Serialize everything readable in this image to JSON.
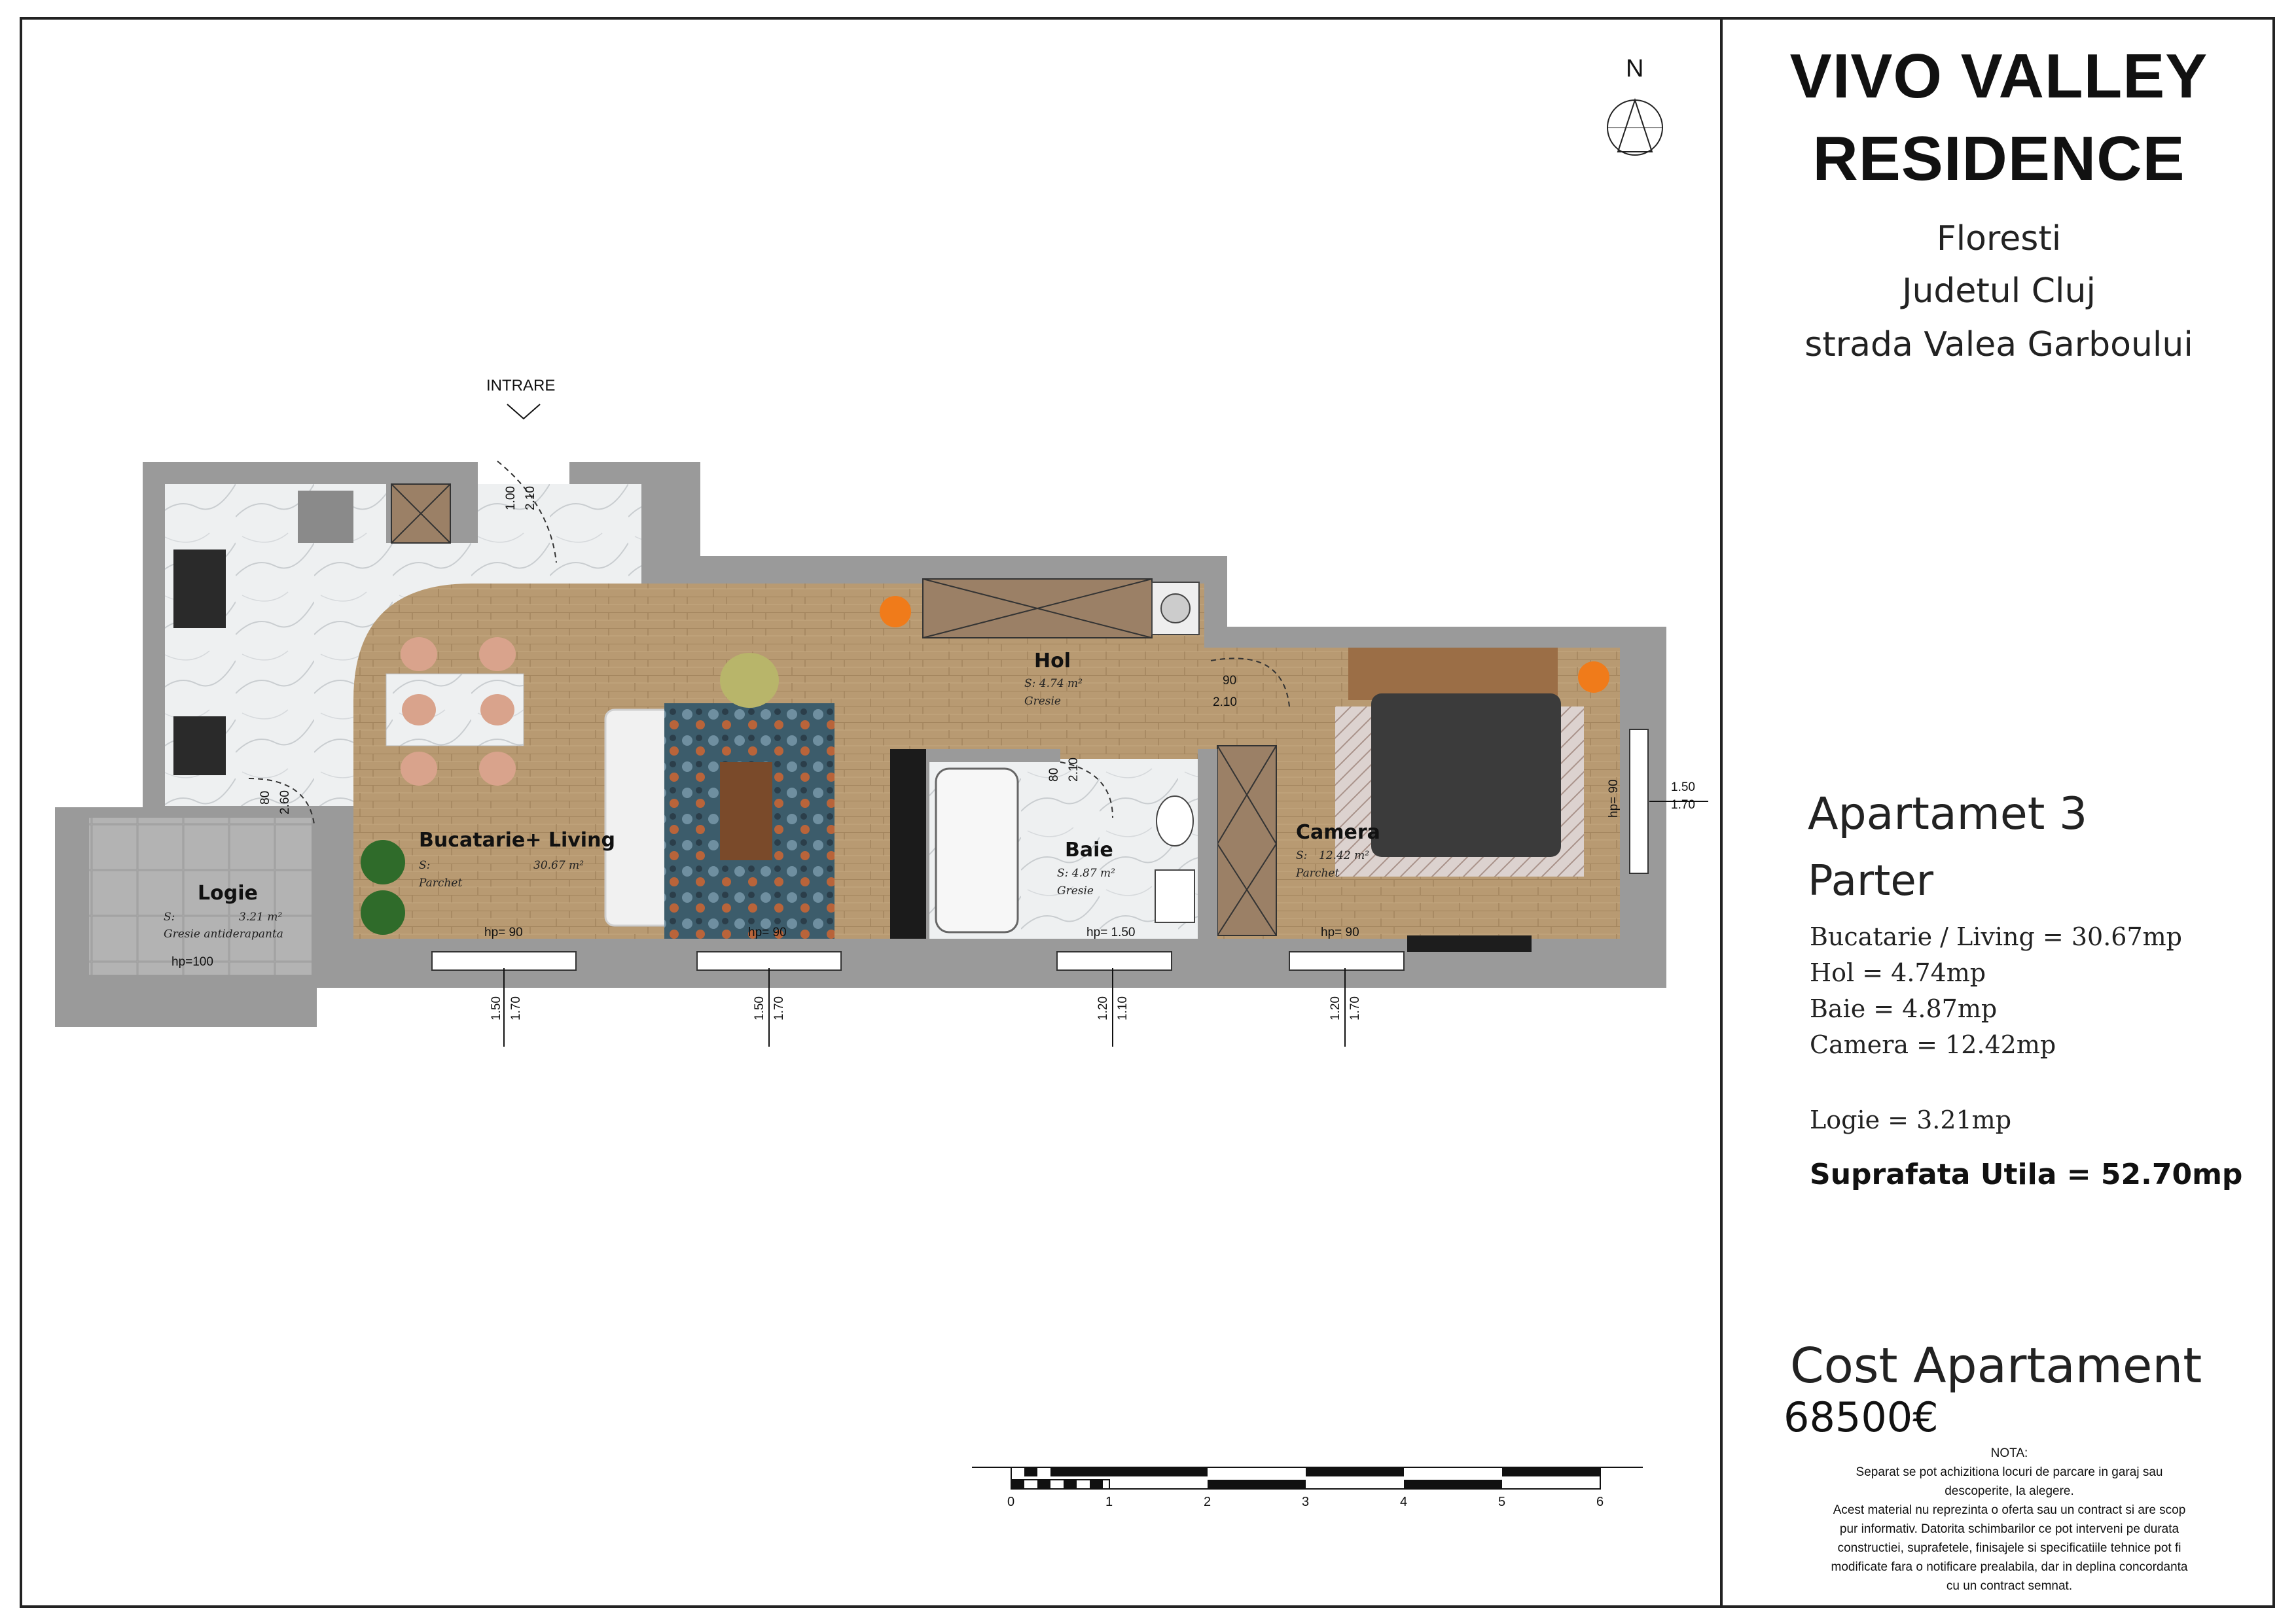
{
  "project": {
    "title_line1": "VIVO VALLEY",
    "title_line2": "RESIDENCE",
    "address": [
      "Floresti",
      "Judetul Cluj",
      "strada Valea Garboului"
    ]
  },
  "apartment": {
    "name": "Apartamet 3",
    "level": "Parter",
    "areas": [
      "Bucatarie / Living = 30.67mp",
      "Hol = 4.74mp",
      "Baie = 4.87mp",
      "Camera = 12.42mp"
    ],
    "logie": "Logie = 3.21mp",
    "total": "Suprafata Utila = 52.70mp",
    "cost_label": "Cost Apartament",
    "cost_value": "68500€"
  },
  "nota": {
    "heading": "NOTA:",
    "lines": [
      "Separat se pot achizitiona locuri de parcare in garaj sau",
      "descoperite, la alegere.",
      "Acest material nu reprezinta o oferta sau un contract si are scop",
      "pur informativ. Datorita schimbarilor ce pot interveni pe durata",
      "constructiei, suprafetele, finisajele si specificatiile tehnice pot fi",
      "modificate fara o notificare prealabila, dar in deplina concordanta",
      "cu un contract semnat."
    ]
  },
  "compass": {
    "label": "N"
  },
  "plan": {
    "entrance": "INTRARE",
    "rooms": {
      "living": {
        "name": "Bucatarie+ Living",
        "s": "S:",
        "area": "30.67 m²",
        "floor": "Parchet"
      },
      "hol": {
        "name": "Hol",
        "area": "S: 4.74 m²",
        "floor": "Gresie"
      },
      "baie": {
        "name": "Baie",
        "area": "S: 4.87 m²",
        "floor": "Gresie"
      },
      "camera": {
        "name": "Camera",
        "s": "S:",
        "area": "12.42 m²",
        "floor": "Parchet"
      },
      "logie": {
        "name": "Logie",
        "s": "S:",
        "area": "3.21 m²",
        "floor": "Gresie antiderapanta",
        "hp": "hp=100"
      }
    },
    "hp_labels": [
      "hp= 90",
      "hp= 90",
      "hp= 1.50",
      "hp= 90",
      "hp= 90"
    ],
    "dims": {
      "door_entry": [
        "1.00",
        "2.10"
      ],
      "door_logie": [
        "80",
        "2.60"
      ],
      "door_baie": [
        "80",
        "2.10"
      ],
      "door_camera": [
        "90",
        "2.10"
      ],
      "win_right": [
        "1.50",
        "1.70"
      ],
      "win1": [
        "1.50",
        "1.70"
      ],
      "win2": [
        "1.50",
        "1.70"
      ],
      "win3": [
        "1.20",
        "1.10"
      ],
      "win4": [
        "1.20",
        "1.70"
      ]
    }
  },
  "scale": {
    "ticks": [
      "0",
      "1",
      "2",
      "3",
      "4",
      "5",
      "6"
    ]
  },
  "colors": {
    "parquet": "#b89a72",
    "marble": "#eef0f1",
    "wall": "#9a9a9a",
    "highlight": "#ee7a78",
    "grey_bar": "#b5b5b5"
  }
}
